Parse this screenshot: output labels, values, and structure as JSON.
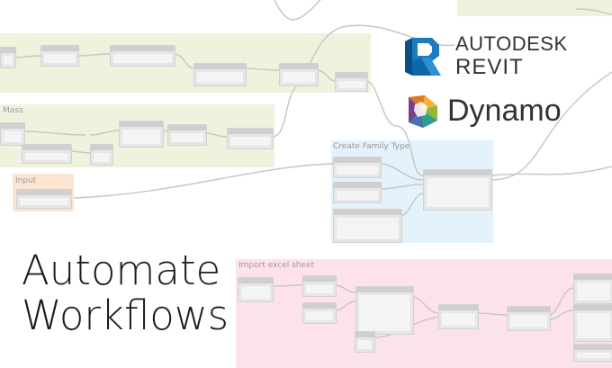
{
  "groups": {
    "mass": "Mass",
    "create_family_type": "Create Family Type",
    "input": "Input",
    "import_excel": "Import excel sheet"
  },
  "brand": {
    "revit_top": "AUTODESK",
    "revit_bottom": "REVIT",
    "dynamo": "Dynamo"
  },
  "headline": {
    "line1": "Automate",
    "line2": "Workflows"
  },
  "colors": {
    "green_group": "#eef3dd",
    "blue_group": "#e3f2fb",
    "orange_group": "#fbe5d2",
    "pink_group": "#fde2ee",
    "wire": "#c8c8c8"
  },
  "icons": [
    "revit-logo-icon",
    "dynamo-logo-icon"
  ]
}
